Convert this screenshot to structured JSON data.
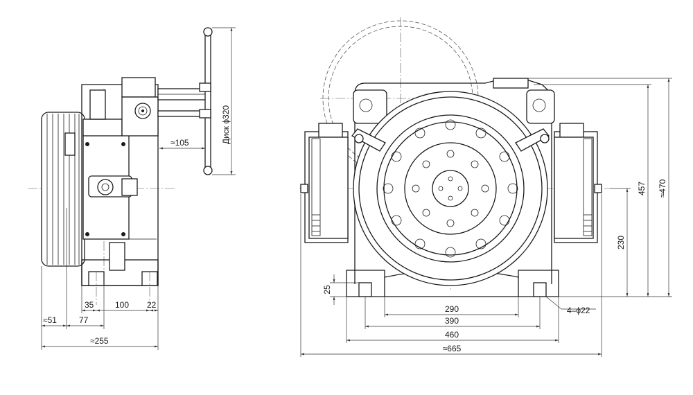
{
  "drawing": {
    "side_view": {
      "disc_label": "Диск ϕ320",
      "handwheel_offset": "≈105",
      "foot_dim_left": "35",
      "foot_dim_mid": "100",
      "foot_dim_right": "22",
      "sheave_offset": "≈51",
      "sheave_to_center": "77",
      "overall_length": "≈255"
    },
    "front_view": {
      "height_total": "≈470",
      "height_top": "457",
      "shaft_height": "230",
      "foot_height": "25",
      "bolt_holes": "4–ϕ22",
      "width_290": "290",
      "width_390": "390",
      "width_460": "460",
      "overall_width": "≈665"
    }
  }
}
